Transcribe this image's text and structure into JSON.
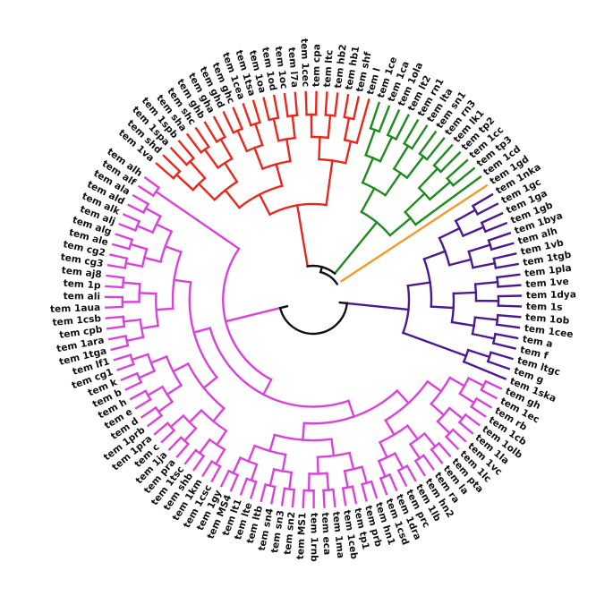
{
  "colors": {
    "red": "#e8281e",
    "green": "#1f8a1f",
    "orange": "#f39a2a",
    "purple": "#4b1a93",
    "magenta": "#d943d9",
    "black": "#111111"
  },
  "tree": [
    [
      "tem 1va",
      "tem shd",
      "tem 1spa",
      "tem 1spb",
      "tem sha",
      "tem shc",
      "tem ghb",
      "tem gha",
      "tem ghd",
      "tem ghc",
      "tem 1cea",
      "tem 1tsa",
      "tem 1oa",
      "tem 1od",
      "tem 1oc",
      "tem l7a",
      "tem 1cec",
      "tem cpa",
      "tem ltc",
      "tem hb2",
      "tem hb1",
      "tem shf",
      "tem l"
    ],
    [
      "tem 1ce",
      "tem 1ca",
      "tem 1ola",
      "tem lt2",
      "tem rn1",
      "tem lta",
      "tem sn1",
      "tem rn3",
      "tem lk1",
      "tem tp2",
      "tem 1cc",
      "tem tp3",
      "tem 1cd"
    ],
    [
      "tem 1gd"
    ],
    [
      "tem 1nka",
      "tem 1gc",
      "tem 1ga",
      "tem 1gb",
      "tem 1bya",
      "tem alh",
      "tem 1vb",
      "tem 1tgb",
      "tem 1pla",
      "tem 1ve",
      "tem 1dya",
      "tem 1s",
      "tem 1ob",
      "tem 1cee",
      "tem a",
      "tem f",
      "tem ltgc",
      "tem g",
      "tem 1ska"
    ],
    [
      "tem gh",
      "tem 1ec",
      "tem rb",
      "tem 1cb",
      "tem 1olb",
      "tem 1la",
      "tem 1vc",
      "tem 1lc",
      "tem pta",
      "tem la",
      "tem ra",
      "tem hn2",
      "tem 1lb",
      "tem prc",
      "tem 1dra",
      "tem 1csd",
      "tem hn1",
      "tem prb",
      "tem tp1",
      "tem 1ceb",
      "tem 1ma",
      "tem eca",
      "tem 1rnb",
      "tem MS1",
      "tem sn2",
      "tem sn3",
      "tem sn4",
      "tem ltb",
      "tem lte",
      "tem lt1",
      "tem MS4",
      "tem 1gy",
      "tem 1csc",
      "tem 1km",
      "tem shb",
      "tem 1tsc",
      "tem pra",
      "tem 1ja",
      "tem c",
      "tem 1pra",
      "tem 1prb",
      "tem d",
      "tem e",
      "tem h",
      "tem b",
      "tem k",
      "tem cg1",
      "tem lf1",
      "tem 1tga",
      "tem 1ara",
      "tem cpb",
      "tem 1csb",
      "tem 1aua",
      "tem ali",
      "tem 1p",
      "tem aj8",
      "tem cg3",
      "tem cg2",
      "tem ale",
      "tem alg",
      "tem alj",
      "tem alk",
      "tem ald",
      "tem ala",
      "tem alf",
      "tem alh"
    ]
  ]
}
